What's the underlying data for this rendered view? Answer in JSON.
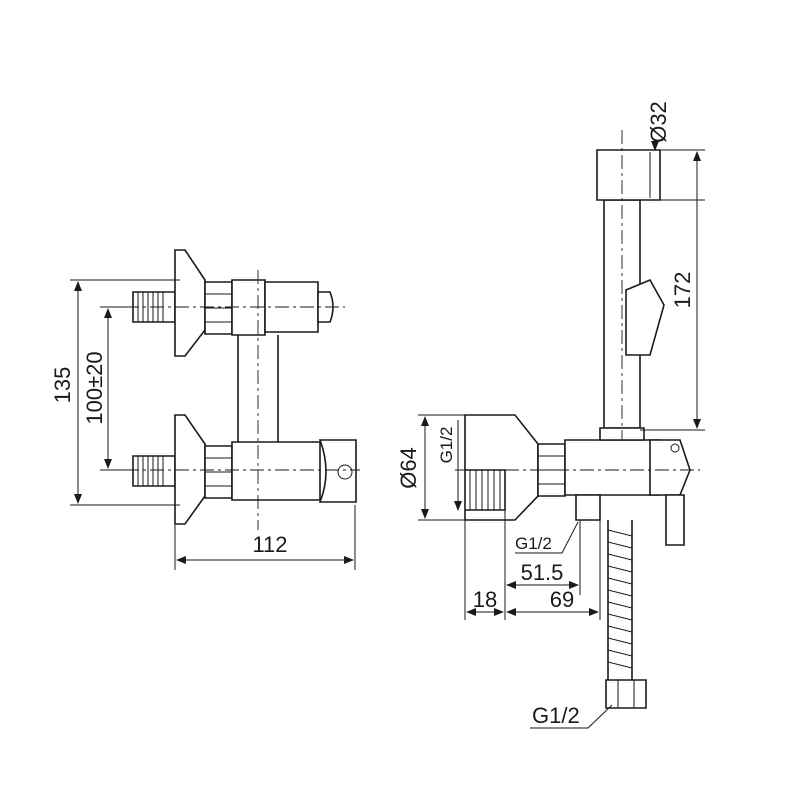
{
  "drawing": {
    "front_view": {
      "height_dim": "135",
      "center_dim": "100±20",
      "width_dim": "112"
    },
    "side_view": {
      "handle_diameter": "Ø32",
      "handle_length": "172",
      "flange_diameter": "Ø64",
      "inlet_thread": "G1/2",
      "outlet_thread": "G1/2",
      "hose_thread": "G1/2",
      "depth_outlet": "51.5",
      "depth_wall": "18",
      "depth_total": "69"
    }
  }
}
